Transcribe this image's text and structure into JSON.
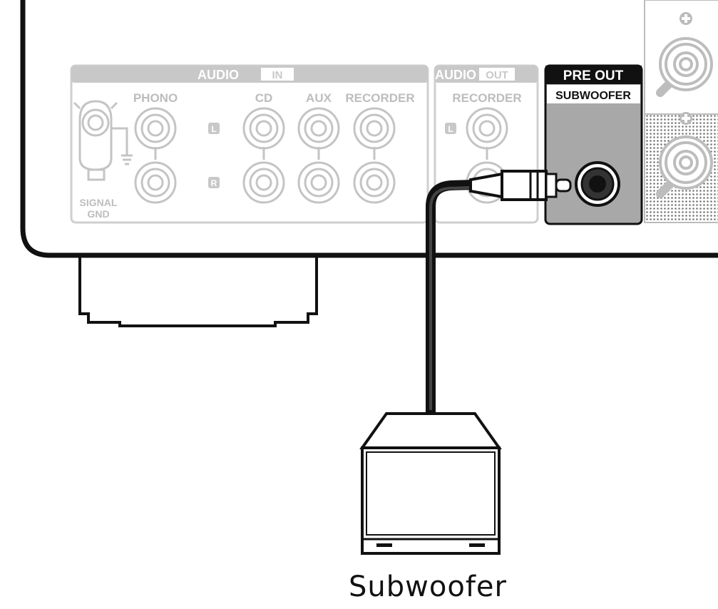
{
  "panel": {
    "audio_in": {
      "title": "AUDIO",
      "badge": "IN"
    },
    "phono": "PHONO",
    "cd": "CD",
    "aux": "AUX",
    "recorder_in": "RECORDER",
    "left_marker": "L",
    "right_marker": "R",
    "signal_gnd": [
      "SIGNAL",
      "GND"
    ],
    "audio_out": {
      "title": "AUDIO",
      "badge": "OUT"
    },
    "recorder_out": "RECORDER",
    "pre_out": "PRE OUT",
    "subwoofer_port": "SUBWOOFER"
  },
  "device": {
    "caption": "Subwoofer"
  },
  "colors": {
    "panel_gray": "#c8c8c8",
    "preout_fill": "#a8a8a8",
    "ink": "#111111"
  }
}
